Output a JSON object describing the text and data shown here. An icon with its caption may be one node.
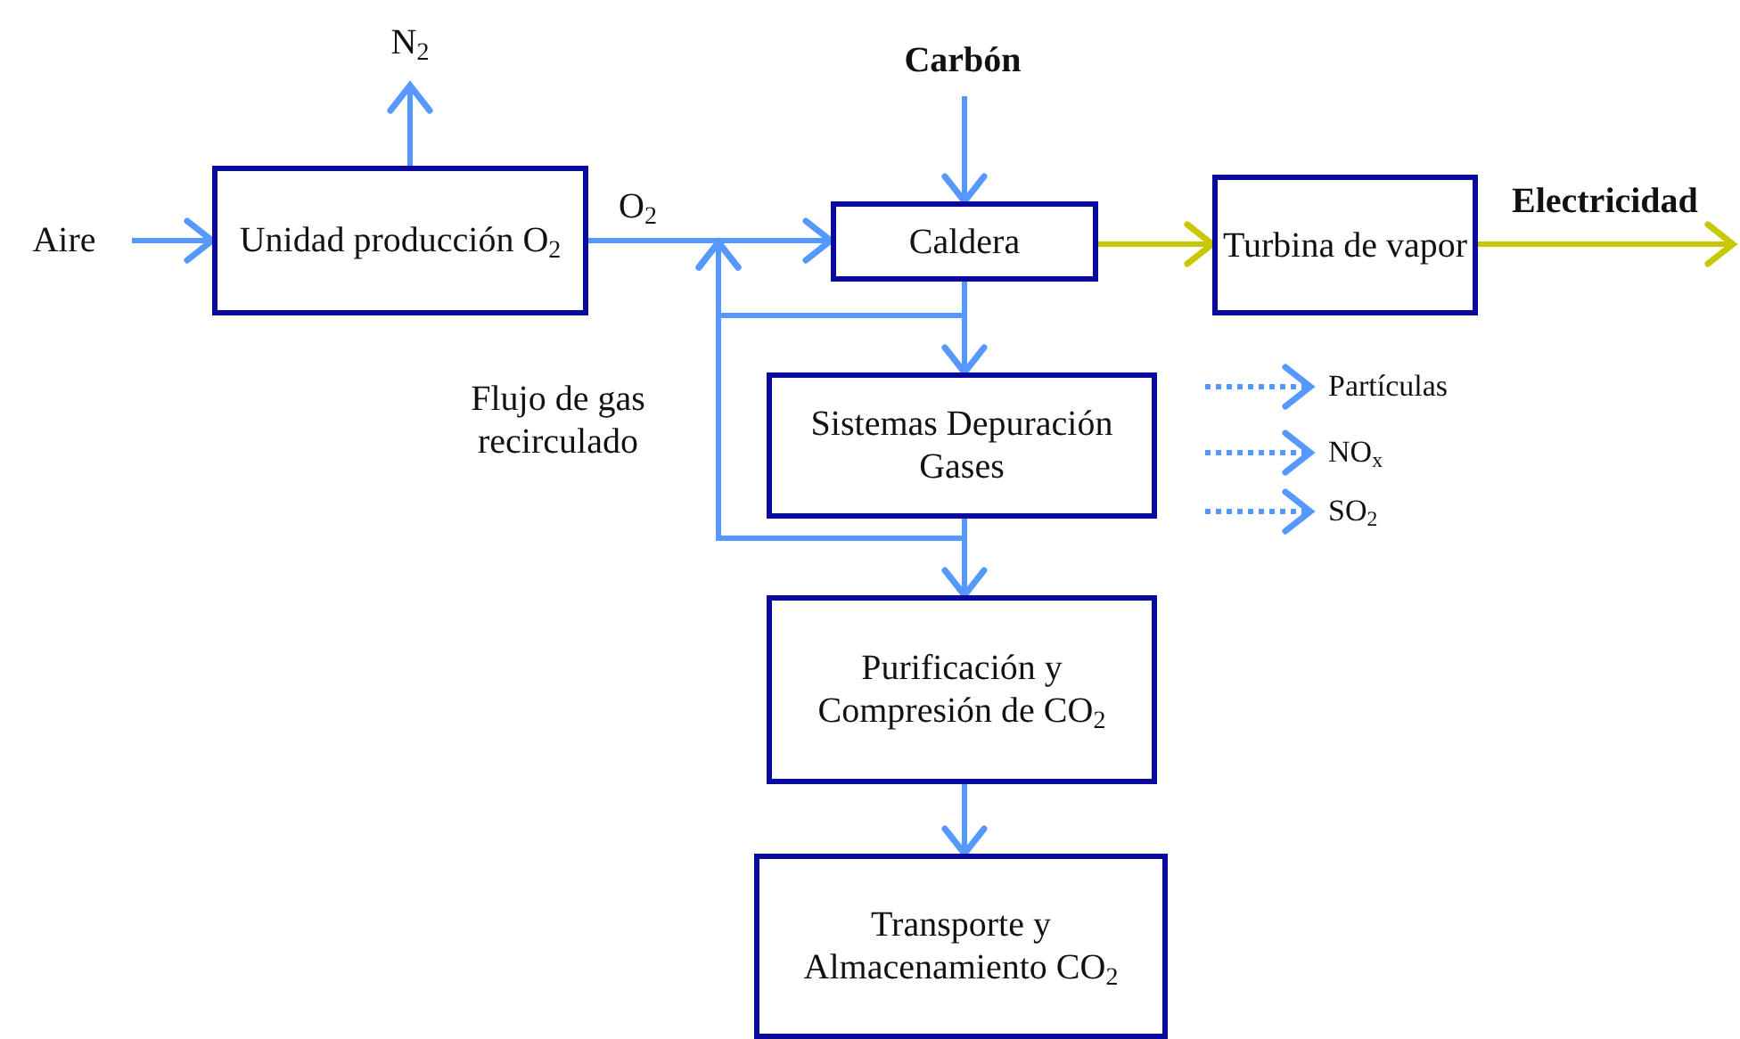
{
  "diagram": {
    "nodes": [
      {
        "text": [
          "Aire"
        ]
      },
      {
        "text": [
          "Unidad producción O$_{2}$"
        ]
      },
      {
        "text": [
          "N$_{2}$"
        ]
      },
      {
        "text": [
          "Carbón"
        ]
      },
      {
        "text": [
          "Caldera"
        ]
      },
      {
        "text": [
          "Turbina de vapor"
        ]
      },
      {
        "text": [
          "Sistemas Depuración Gases"
        ]
      },
      {
        "text": [
          "Partículas"
        ]
      },
      {
        "text": [
          "NO$_{x}$"
        ]
      },
      {
        "text": [
          "SO$_{2}$"
        ]
      },
      {
        "text": [
          "Purificación y Compresión de CO$_{2}$"
        ]
      },
      {
        "text": [
          "Transporte y Almacenamiento CO$_{2}$"
        ]
      }
    ],
    "edges": [
      {
        "from": 0,
        "to": 1,
        "arrow": "to"
      },
      {
        "from": 1,
        "to": 2,
        "arrow": "to"
      },
      {
        "from": 1,
        "to": 4,
        "arrow": "to",
        "label": "O$_{2}$"
      },
      {
        "from": 3,
        "to": 4,
        "arrow": "to"
      },
      {
        "from": 4,
        "to": 5,
        "arrow": "to",
        "color": "#c8c800"
      },
      {
        "from": 5,
        "to": null,
        "arrow": "to",
        "color": "#c8c800",
        "label": "Electricidad"
      },
      {
        "from": 4,
        "to": 6,
        "arrow": "to"
      },
      {
        "from": 4,
        "to": null,
        "arrow": "to"
      },
      {
        "from": 6,
        "to": null,
        "arrow": "to",
        "label": "Flujo de gas recirculado"
      },
      {
        "from": null,
        "to": 7,
        "arrow": "to",
        "style": "dashed"
      },
      {
        "from": null,
        "to": 8,
        "arrow": "to",
        "style": "dashed"
      },
      {
        "from": null,
        "to": 9,
        "arrow": "to",
        "style": "dashed"
      },
      {
        "from": 6,
        "to": 10,
        "arrow": "to"
      },
      {
        "from": 10,
        "to": 11,
        "arrow": "to"
      }
    ]
  }
}
